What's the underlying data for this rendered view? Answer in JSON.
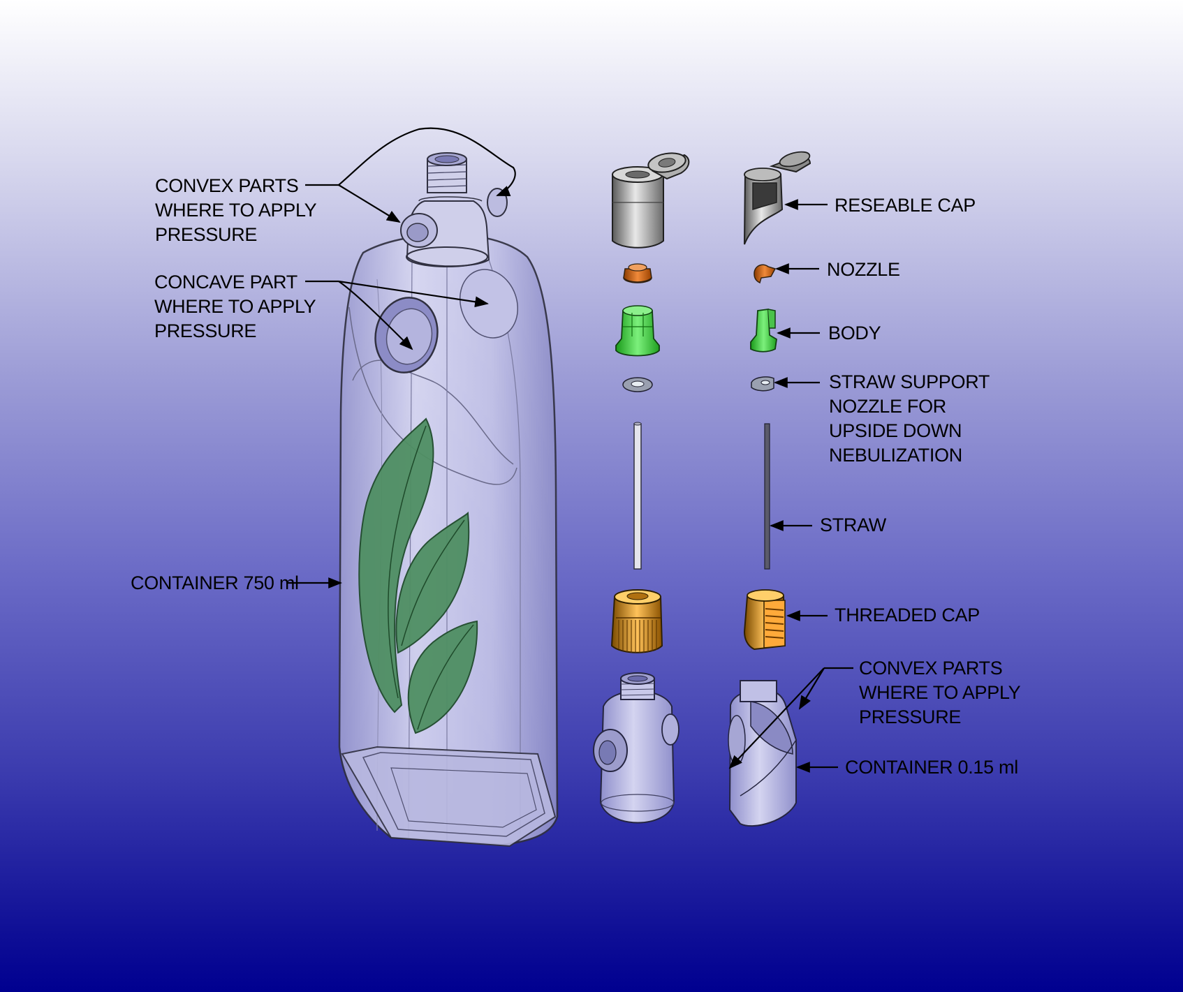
{
  "labels": {
    "convex_top": [
      "CONVEX PARTS",
      "WHERE TO APPLY",
      "PRESSURE"
    ],
    "concave": [
      "CONCAVE PART",
      "WHERE TO APPLY",
      "PRESSURE"
    ],
    "container_750": "CONTAINER 750 ml",
    "reseable_cap": "RESEABLE CAP",
    "nozzle": "NOZZLE",
    "body": "BODY",
    "straw_support": [
      "STRAW SUPPORT",
      "NOZZLE FOR",
      "UPSIDE DOWN",
      "NEBULIZATION"
    ],
    "straw": "STRAW",
    "threaded_cap": "THREADED CAP",
    "convex_bottom": [
      "CONVEX PARTS",
      "WHERE TO APPLY",
      "PRESSURE"
    ],
    "container_015": "CONTAINER 0.15 ml"
  },
  "colors": {
    "background_top": "#ffffff",
    "background_bottom": "#000090",
    "bottle_fill": "#c9c9ea",
    "leaf_green": "#4f8f63",
    "cap_gray": "#8a8a8a",
    "nozzle_orange": "#d86a1e",
    "body_green": "#3fd53f",
    "threaded_cap_orange": "#e89a2a",
    "line": "#000000"
  }
}
